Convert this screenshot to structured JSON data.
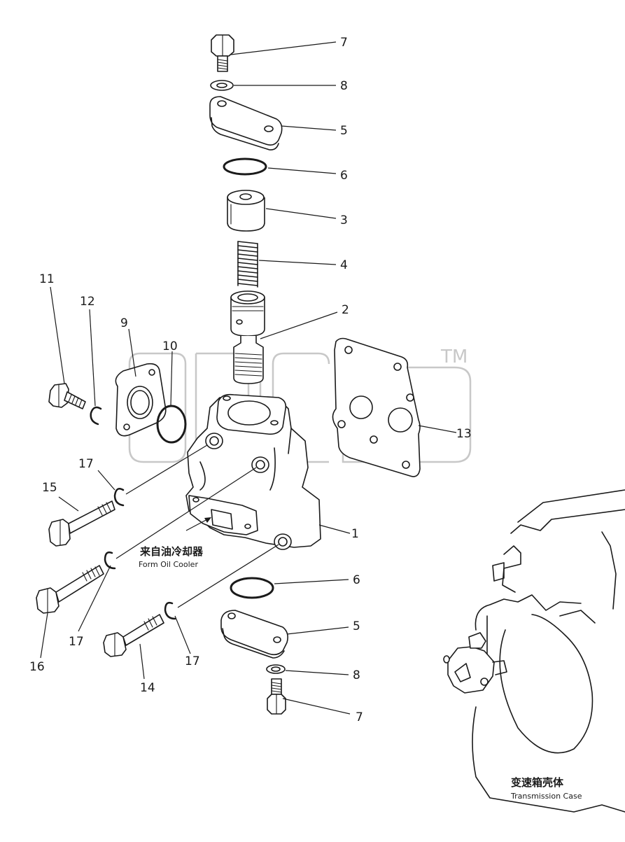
{
  "callouts": {
    "p1": "1",
    "p2": "2",
    "p3": "3",
    "p4": "4",
    "p5a": "5",
    "p5b": "5",
    "p6a": "6",
    "p6b": "6",
    "p7a": "7",
    "p7b": "7",
    "p8a": "8",
    "p8b": "8",
    "p9": "9",
    "p10": "10",
    "p11": "11",
    "p12": "12",
    "p13": "13",
    "p14": "14",
    "p15": "15",
    "p16": "16",
    "p17a": "17",
    "p17b": "17",
    "p17c": "17"
  },
  "labels": {
    "oil_cooler_cn": "来自油冷却器",
    "oil_cooler_en": "Form Oil Cooler",
    "transmission_cn": "变速箱壳体",
    "transmission_en": "Transmission Case"
  },
  "watermark": {
    "mark": "TM"
  },
  "colors": {
    "line": "#1a1a1a",
    "watermark": "#c8c8c8",
    "background": "#ffffff"
  }
}
